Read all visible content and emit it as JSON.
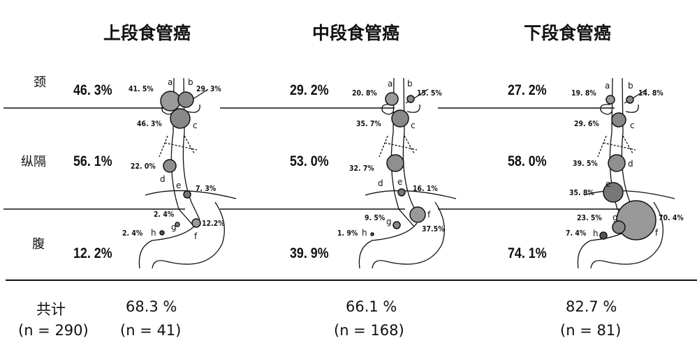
{
  "row_labels": {
    "neck": "颈",
    "mediastinum": "纵隔",
    "abdomen": "腹"
  },
  "total": {
    "label": "共计",
    "n": "(n = 290)"
  },
  "panels": [
    {
      "title": "上段食管癌",
      "neck": "46. 3%",
      "mediastinum": "56. 1%",
      "abdomen": "12. 2%",
      "percent": "68.3 %",
      "n": "(n = 41)",
      "nodes": [
        {
          "id": "a",
          "value": "41. 5%"
        },
        {
          "id": "b",
          "value": "29. 3%"
        },
        {
          "id": "c",
          "value": "46. 3%"
        },
        {
          "id": "d",
          "value": "22. 0%"
        },
        {
          "id": "e",
          "value": "7. 3%"
        },
        {
          "id": "f",
          "value": "12.2%"
        },
        {
          "id": "g",
          "value": "2. 4%"
        },
        {
          "id": "h",
          "value": "2. 4%"
        }
      ]
    },
    {
      "title": "中段食管癌",
      "neck": "29. 2%",
      "mediastinum": "53. 0%",
      "abdomen": "39. 9%",
      "percent": "66.1 %",
      "n": "(n = 168)",
      "nodes": [
        {
          "id": "a",
          "value": "20. 8%"
        },
        {
          "id": "b",
          "value": "15. 5%"
        },
        {
          "id": "c",
          "value": "35. 7%"
        },
        {
          "id": "d",
          "value": "32. 7%"
        },
        {
          "id": "e",
          "value": "16. 1%"
        },
        {
          "id": "f",
          "value": "37.5%"
        },
        {
          "id": "g",
          "value": "9. 5%"
        },
        {
          "id": "h",
          "value": "1. 9%"
        }
      ]
    },
    {
      "title": "下段食管癌",
      "neck": "27. 2%",
      "mediastinum": "58. 0%",
      "abdomen": "74. 1%",
      "percent": "82.7 %",
      "n": "(n = 81)",
      "nodes": [
        {
          "id": "a",
          "value": "19. 8%"
        },
        {
          "id": "b",
          "value": "14. 8%"
        },
        {
          "id": "c",
          "value": "29. 6%"
        },
        {
          "id": "d",
          "value": "39. 5%"
        },
        {
          "id": "e",
          "value": "35. 8%"
        },
        {
          "id": "f",
          "value": "70. 4%"
        },
        {
          "id": "g",
          "value": "23. 5%"
        },
        {
          "id": "h",
          "value": "7. 4%"
        }
      ]
    }
  ]
}
